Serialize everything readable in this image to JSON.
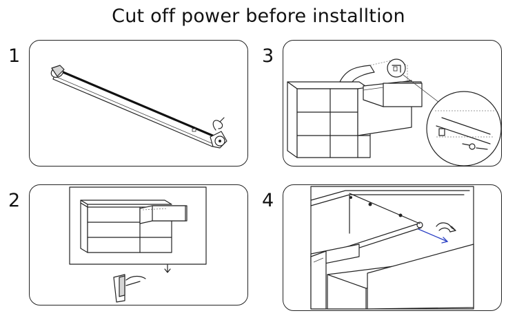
{
  "title": "Cut off power before installtion",
  "steps": [
    {
      "number": "1"
    },
    {
      "number": "2"
    },
    {
      "number": "3"
    },
    {
      "number": "4"
    }
  ],
  "colors": {
    "line": "#222222",
    "arrow_blue": "#2a3fc4"
  }
}
